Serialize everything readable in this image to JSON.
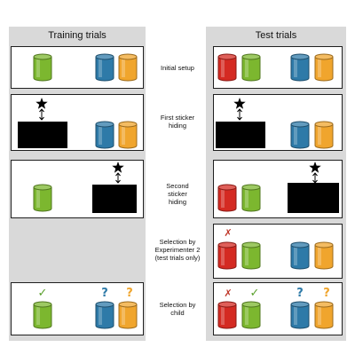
{
  "figure": {
    "columns": {
      "training": {
        "title": "Training trials"
      },
      "test": {
        "title": "Test trials"
      }
    },
    "step_labels": [
      "Initial setup",
      "First sticker hiding",
      "Second sticker hiding",
      "Selection by Experimenter 2 (test trials only)",
      "Selection by child"
    ],
    "step_label_lines": [
      [
        "Initial setup"
      ],
      [
        "First sticker",
        "hiding"
      ],
      [
        "Second",
        "sticker",
        "hiding"
      ],
      [
        "Selection by",
        "Experimenter 2",
        "(test trials only)"
      ],
      [
        "Selection by",
        "child"
      ]
    ],
    "marks": {
      "correct": "✓",
      "incorrect": "✗",
      "unknown": "?"
    },
    "colors": {
      "red": "#d42a22",
      "green": "#7cb72f",
      "blue": "#2e7aa8",
      "orange": "#f0a52d",
      "occluder": "#000000",
      "column_background": "#d9d9d9"
    }
  }
}
